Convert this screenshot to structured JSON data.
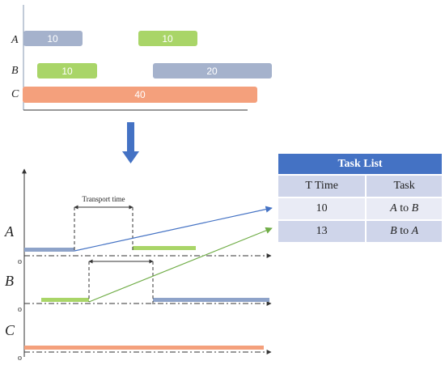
{
  "top_chart": {
    "rows": [
      "A",
      "B",
      "C"
    ],
    "bars": [
      {
        "row": "A",
        "label": "10",
        "color": "#a5b2cc"
      },
      {
        "row": "A",
        "label": "10",
        "color": "#a9d568"
      },
      {
        "row": "B",
        "label": "10",
        "color": "#a9d568"
      },
      {
        "row": "B",
        "label": "20",
        "color": "#a5b2cc"
      },
      {
        "row": "C",
        "label": "40",
        "color": "#f4a07c"
      }
    ]
  },
  "down_arrow": {
    "color": "#4472c4"
  },
  "bottom_chart": {
    "transport_label": "Transport time",
    "origin_label": "o",
    "rows": [
      "A",
      "B",
      "C"
    ],
    "colors": {
      "blue": "#8ea3c9",
      "green": "#a9d568",
      "orange": "#f4a07c",
      "transfer_blue": "#4472c4",
      "transfer_green": "#70ad47"
    }
  },
  "task_list": {
    "title": "Task List",
    "columns": [
      "T Time",
      "Task"
    ],
    "rows": [
      {
        "time": "10",
        "from": "A",
        "to": "B",
        "sep": "to"
      },
      {
        "time": "13",
        "from": "B",
        "to": "A",
        "sep": "to"
      }
    ]
  }
}
